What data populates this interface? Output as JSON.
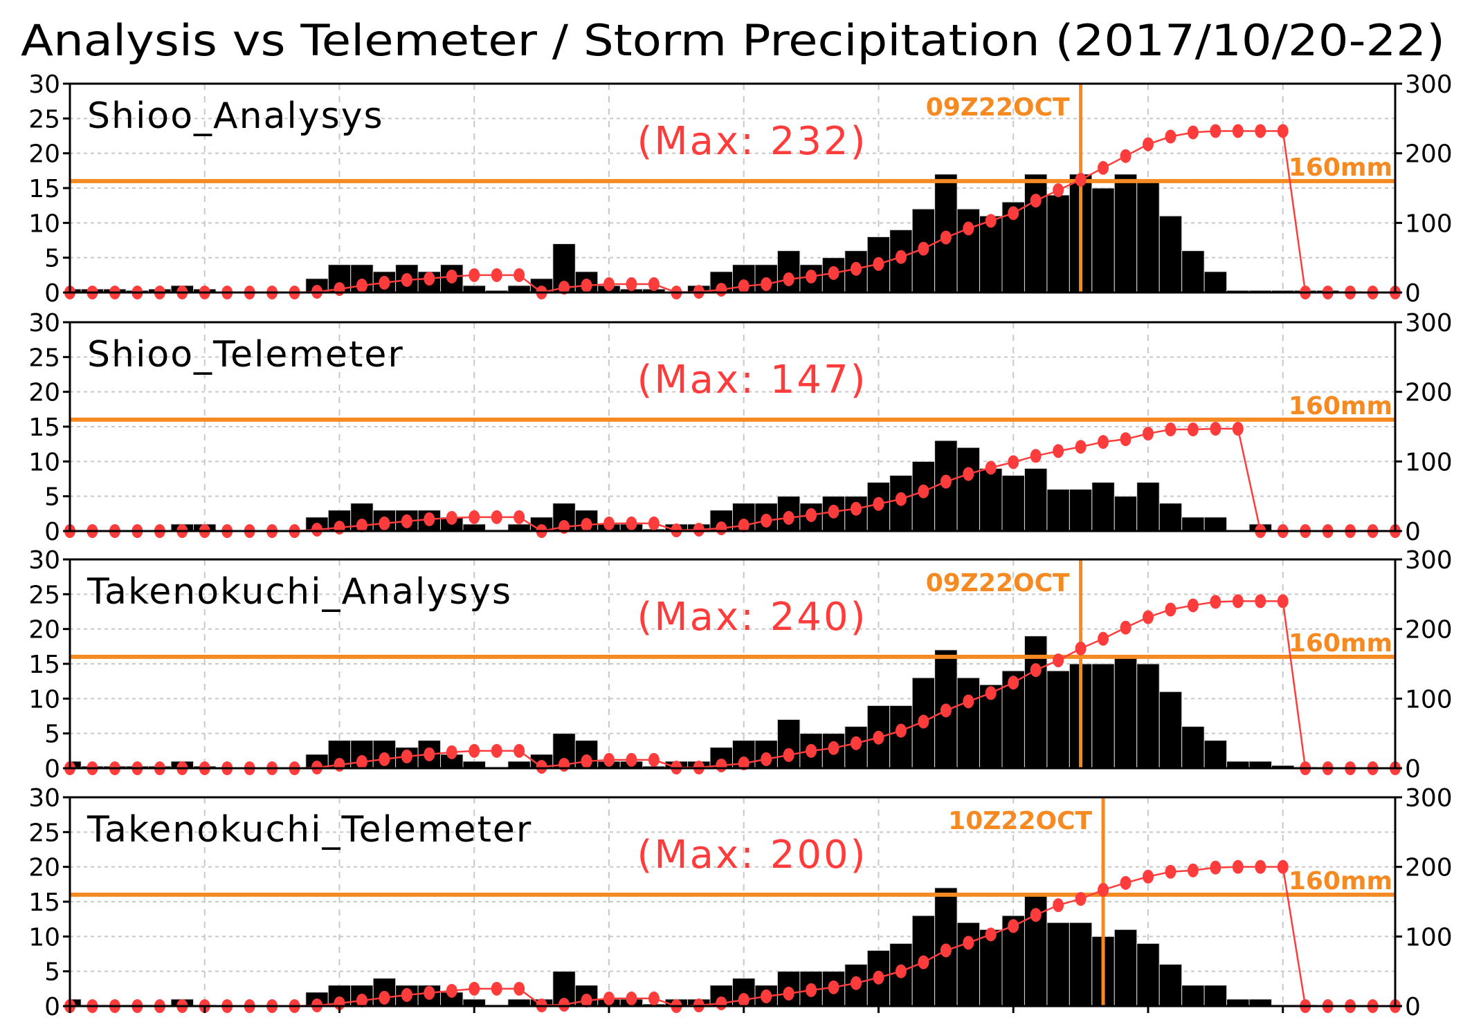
{
  "title": "Analysis vs Telemeter / Storm Precipitation (2017/10/20-22)",
  "colors": {
    "bar": "#000000",
    "cumulative": "#ff3c3c",
    "threshold": "#f58a22",
    "grid": "#c8c8c8"
  },
  "chart_data": [
    {
      "type": "bar+line",
      "label": "Shioo_Analysys",
      "max_label": "(Max: 232)",
      "threshold_label": "160mm",
      "threshold_mm": 160,
      "marker_label": "09Z22OCT",
      "marker_hour_index": 45,
      "left_axis": {
        "ylim": [
          0,
          30
        ],
        "ticks": [
          "0",
          "5",
          "10",
          "15",
          "20",
          "25",
          "30"
        ]
      },
      "right_axis": {
        "ylim": [
          0,
          300
        ],
        "ticks": [
          "0",
          "100",
          "200",
          "300"
        ]
      },
      "xlim": [
        0,
        59
      ],
      "x_grid_every": 6,
      "grid": true,
      "hourly": [
        0.5,
        0.5,
        0.5,
        0.3,
        0.5,
        1,
        0.5,
        0,
        0,
        0,
        0,
        2,
        4,
        4,
        3,
        4,
        3,
        4,
        1,
        0.3,
        1,
        2,
        7,
        3,
        1,
        0.5,
        0.5,
        0.2,
        1,
        3,
        4,
        4,
        6,
        4,
        5,
        6,
        8,
        9,
        12,
        17,
        12,
        11,
        13,
        17,
        14,
        17,
        15,
        17,
        16,
        11,
        6,
        3,
        0.3,
        0.3,
        0.3,
        0.3,
        0.3,
        0.2,
        0,
        0
      ],
      "cumulative": [
        0,
        0,
        0,
        0,
        0,
        0,
        0,
        0,
        0,
        0,
        0,
        1,
        5,
        10,
        14,
        18,
        20,
        23,
        25,
        25,
        25,
        0,
        7,
        10,
        12,
        12,
        12,
        0,
        1,
        4,
        9,
        12,
        19,
        23,
        28,
        34,
        41,
        51,
        63,
        79,
        92,
        103,
        114,
        132,
        147,
        162,
        179,
        196,
        213,
        224,
        230,
        232,
        232,
        232,
        232,
        0,
        0,
        0,
        0,
        0
      ]
    },
    {
      "type": "bar+line",
      "label": "Shioo_Telemeter",
      "max_label": "(Max: 147)",
      "threshold_label": "160mm",
      "threshold_mm": 160,
      "marker_label": null,
      "marker_hour_index": null,
      "left_axis": {
        "ylim": [
          0,
          30
        ],
        "ticks": [
          "0",
          "5",
          "10",
          "15",
          "20",
          "25",
          "30"
        ]
      },
      "right_axis": {
        "ylim": [
          0,
          300
        ],
        "ticks": [
          "0",
          "100",
          "200",
          "300"
        ]
      },
      "xlim": [
        0,
        59
      ],
      "x_grid_every": 6,
      "grid": true,
      "hourly": [
        0,
        0,
        0,
        0,
        0,
        1,
        1,
        0,
        0,
        0,
        0,
        2,
        3,
        4,
        3,
        3,
        3,
        2,
        1,
        0.2,
        1,
        2,
        4,
        3,
        1,
        1,
        0.3,
        1,
        1,
        3,
        4,
        4,
        5,
        4,
        5,
        5,
        7,
        8,
        10,
        13,
        12,
        9,
        8,
        9,
        6,
        6,
        7,
        5,
        7,
        4,
        2,
        2,
        0.1,
        1,
        0,
        0,
        0,
        0,
        0,
        0
      ],
      "cumulative": [
        0,
        0,
        0,
        0,
        0,
        0,
        0,
        0,
        0,
        0,
        0,
        2,
        5,
        8,
        11,
        14,
        17,
        19,
        20,
        20,
        20,
        0,
        6,
        9,
        11,
        11,
        11,
        1,
        2,
        4,
        8,
        15,
        19,
        23,
        28,
        32,
        39,
        46,
        57,
        71,
        82,
        91,
        99,
        108,
        115,
        121,
        128,
        132,
        140,
        146,
        146,
        147,
        147,
        0,
        0,
        0,
        0,
        0,
        0,
        0
      ]
    },
    {
      "type": "bar+line",
      "label": "Takenokuchi_Analysys",
      "max_label": "(Max: 240)",
      "threshold_label": "160mm",
      "threshold_mm": 160,
      "marker_label": "09Z22OCT",
      "marker_hour_index": 45,
      "left_axis": {
        "ylim": [
          0,
          30
        ],
        "ticks": [
          "0",
          "5",
          "10",
          "15",
          "20",
          "25",
          "30"
        ]
      },
      "right_axis": {
        "ylim": [
          0,
          300
        ],
        "ticks": [
          "0",
          "100",
          "200",
          "300"
        ]
      },
      "xlim": [
        0,
        59
      ],
      "x_grid_every": 6,
      "grid": true,
      "hourly": [
        1,
        0.3,
        0.3,
        0.3,
        0.3,
        1,
        0.3,
        0,
        0,
        0,
        0,
        2,
        4,
        4,
        4,
        3,
        4,
        2,
        1,
        0.2,
        1,
        2,
        5,
        4,
        1,
        1,
        0.3,
        1,
        1,
        3,
        4,
        4,
        7,
        5,
        5,
        6,
        9,
        9,
        13,
        17,
        13,
        12,
        14,
        19,
        14,
        15,
        15,
        16,
        15,
        11,
        6,
        4,
        1,
        1,
        0.4,
        0.2,
        0,
        0,
        0,
        0
      ],
      "cumulative": [
        0,
        0,
        0,
        0,
        0,
        0,
        0,
        0,
        0,
        0,
        0,
        1,
        5,
        9,
        13,
        17,
        20,
        23,
        25,
        25,
        25,
        2,
        5,
        10,
        12,
        12,
        12,
        1,
        1,
        4,
        7,
        13,
        19,
        25,
        29,
        36,
        44,
        54,
        67,
        83,
        96,
        108,
        123,
        141,
        155,
        172,
        186,
        202,
        217,
        228,
        234,
        239,
        240,
        240,
        240,
        0,
        0,
        0,
        0,
        0
      ]
    },
    {
      "type": "bar+line",
      "label": "Takenokuchi_Telemeter",
      "max_label": "(Max: 200)",
      "threshold_label": "160mm",
      "threshold_mm": 160,
      "marker_label": "10Z22OCT",
      "marker_hour_index": 46,
      "left_axis": {
        "ylim": [
          0,
          30
        ],
        "ticks": [
          "0",
          "5",
          "10",
          "15",
          "20",
          "25",
          "30"
        ]
      },
      "right_axis": {
        "ylim": [
          0,
          300
        ],
        "ticks": [
          "0",
          "100",
          "200",
          "300"
        ]
      },
      "xlim": [
        0,
        59
      ],
      "x_grid_every": 6,
      "grid": true,
      "hourly": [
        1,
        0.2,
        0.2,
        0.2,
        0.2,
        1,
        0.2,
        0,
        0,
        0,
        0,
        2,
        3,
        3,
        4,
        3,
        3,
        2,
        1,
        0.2,
        1,
        1,
        5,
        3,
        1,
        1,
        0.3,
        1,
        1,
        3,
        4,
        3,
        5,
        5,
        5,
        6,
        8,
        9,
        13,
        17,
        12,
        11,
        13,
        16,
        12,
        12,
        10,
        11,
        9,
        6,
        3,
        3,
        1,
        1,
        0.2,
        0.2,
        0,
        0,
        0,
        0
      ],
      "cumulative": [
        0,
        0,
        0,
        0,
        0,
        0,
        0,
        0,
        0,
        0,
        0,
        1,
        4,
        8,
        12,
        16,
        19,
        22,
        25,
        25,
        25,
        1,
        2,
        8,
        11,
        11,
        11,
        0,
        1,
        4,
        9,
        14,
        18,
        23,
        27,
        33,
        41,
        50,
        63,
        80,
        91,
        103,
        115,
        131,
        145,
        154,
        167,
        177,
        186,
        193,
        195,
        199,
        200,
        200,
        200,
        0,
        0,
        0,
        0,
        0
      ]
    }
  ]
}
